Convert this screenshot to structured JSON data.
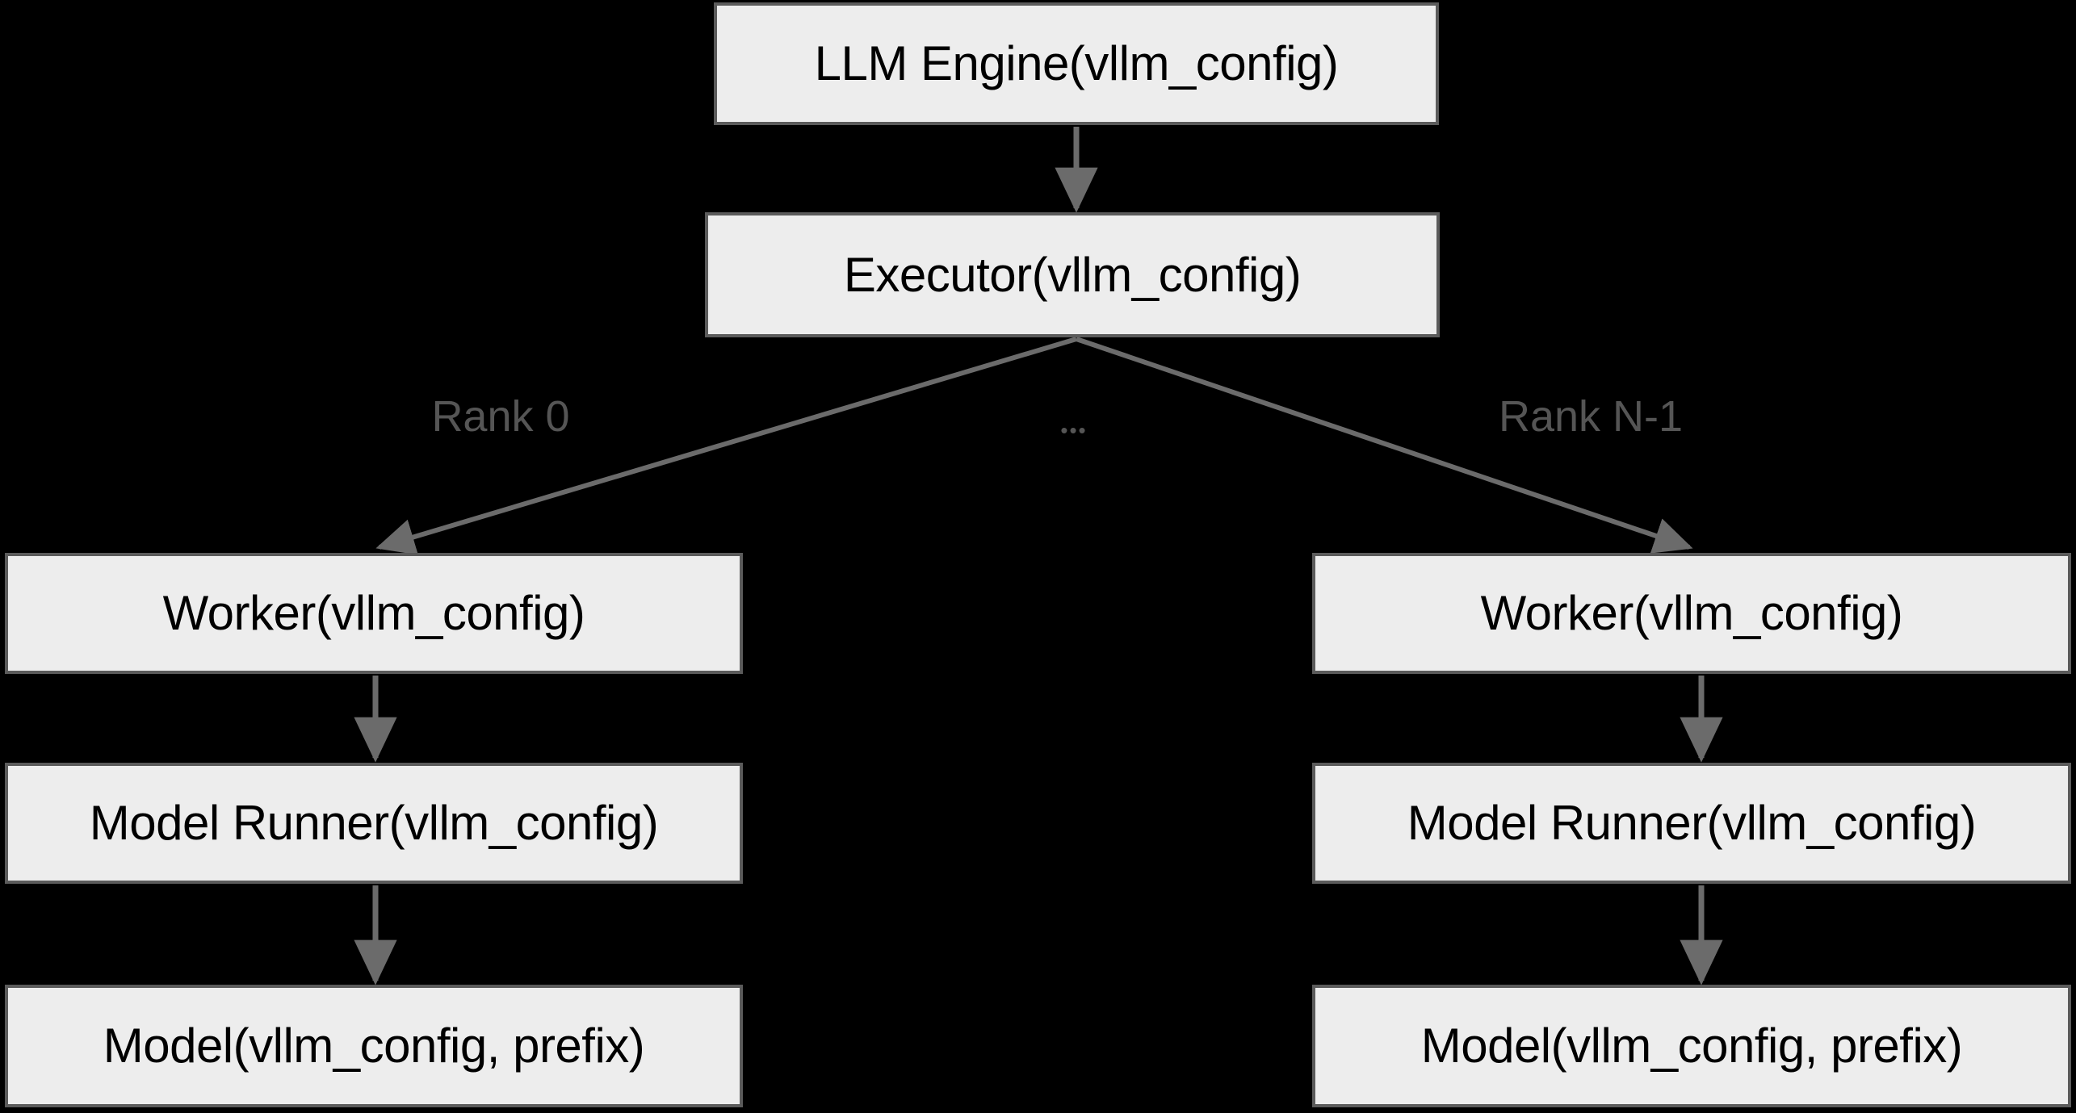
{
  "diagram": {
    "title": "vLLM configuration propagation flow",
    "background_color": "#000000",
    "node_fill": "#ededed",
    "node_border": "#5b5b5b",
    "edge_color": "#6b6b6b",
    "label_color": "#555555",
    "nodes": {
      "llm_engine": "LLM Engine(vllm_config)",
      "executor": "Executor(vllm_config)",
      "worker_rank0": "Worker(vllm_config)",
      "model_runner_rank0": "Model Runner(vllm_config)",
      "model_rank0": "Model(vllm_config, prefix)",
      "worker_rankn": "Worker(vllm_config)",
      "model_runner_rankn": "Model Runner(vllm_config)",
      "model_rankn": "Model(vllm_config, prefix)"
    },
    "edge_labels": {
      "rank_0": "Rank 0",
      "ellipsis": "•••",
      "rank_n_minus_1": "Rank N-1"
    }
  }
}
